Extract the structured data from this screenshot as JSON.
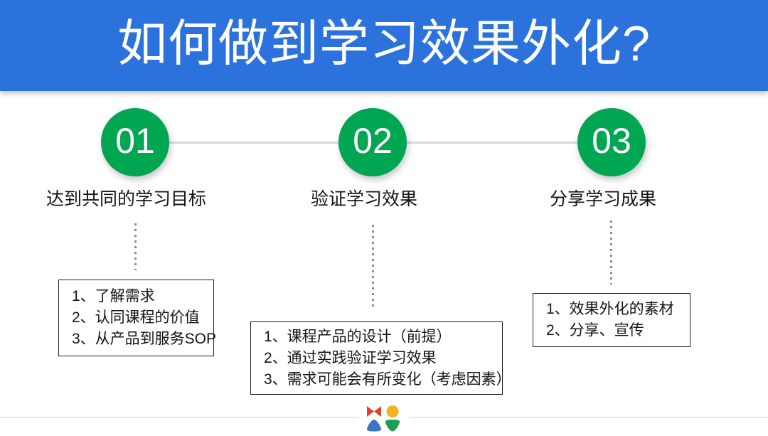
{
  "header": {
    "title": "如何做到学习效果外化?",
    "background_color": "#2b72dc",
    "text_color": "#ffffff"
  },
  "theme": {
    "accent_green": "#00a651",
    "banner_blue": "#2b72dc",
    "rail_gray": "#d8d8d8",
    "dot_gray": "#8c8c8c",
    "box_border": "#1d1d1d",
    "body_text": "#141414"
  },
  "timeline": {
    "steps": [
      {
        "number": "01",
        "label": "达到共同的学习目标",
        "items": [
          "1、了解需求",
          "2、认同课程的价值",
          "3、从产品到服务SOP"
        ]
      },
      {
        "number": "02",
        "label": "验证学习效果",
        "items": [
          "1、课程产品的设计（前提）",
          "2、通过实践验证学习效果",
          "3、需求可能会有所变化（考虑因素）"
        ]
      },
      {
        "number": "03",
        "label": "分享学习成果",
        "items": [
          "1、效果外化的素材",
          "2、分享、宣传"
        ]
      }
    ]
  },
  "footer": {
    "logo_name": "four-petal-logo",
    "logo_colors": {
      "top_left": "#e0402f",
      "top_right": "#f2b422",
      "bottom_left": "#3a76c4",
      "bottom_right": "#1d9b4e"
    }
  }
}
